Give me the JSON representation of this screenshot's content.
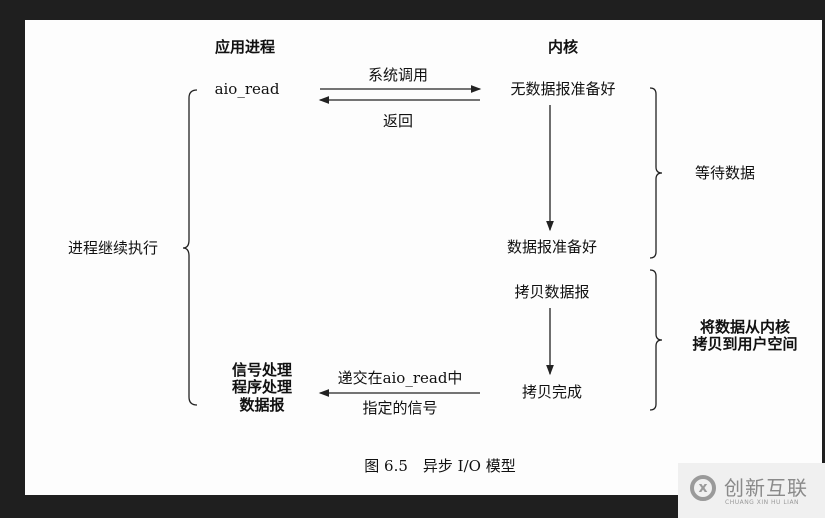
{
  "diagram": {
    "col_app": "应用进程",
    "col_kernel": "内核",
    "aio_read": "aio_read",
    "syscall": "系统调用",
    "return": "返回",
    "no_datagram": "无数据报准备好",
    "datagram_ready": "数据报准备好",
    "wait_data": "等待数据",
    "continue_exec": "进程继续执行",
    "copy_datagram": "拷贝数据报",
    "copy_done": "拷贝完成",
    "copy_label_1": "将数据从内核",
    "copy_label_2": "拷贝到用户空间",
    "deliver_1": "递交在aio_read中",
    "deliver_2": "指定的信号",
    "handler_1": "信号处理",
    "handler_2": "程序处理",
    "handler_3": "数据报",
    "caption": "图 6.5　异步 I/O 模型"
  },
  "watermark": {
    "name": "创新互联",
    "sub": "CHUANG XIN HU LIAN",
    "logo": "cx-logo"
  }
}
